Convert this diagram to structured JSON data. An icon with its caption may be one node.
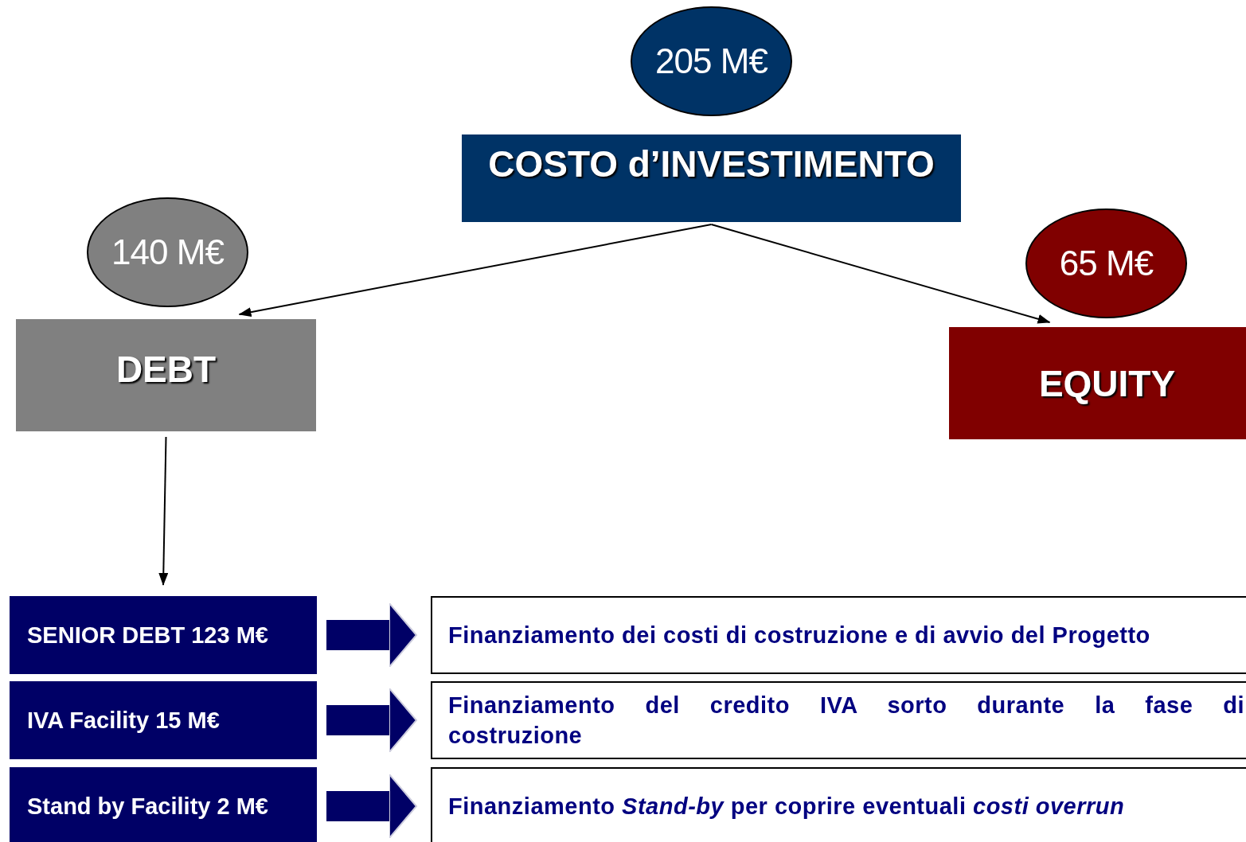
{
  "diagram": {
    "nodes": [
      {
        "text": [
          "205 M€"
        ]
      },
      {
        "text": [
          "COSTO d’INVESTIMENTO"
        ]
      },
      {
        "text": [
          "140 M€"
        ]
      },
      {
        "text": [
          "DEBT"
        ]
      },
      {
        "text": [
          "65 M€"
        ]
      },
      {
        "text": [
          "EQUITY"
        ]
      },
      {
        "text": [
          "SENIOR DEBT 123 M€"
        ]
      },
      {
        "text": [
          "IVA Facility 15 M€"
        ]
      },
      {
        "text": [
          "Stand by Facility 2 M€"
        ]
      },
      {
        "text": [
          "Finanziamento dei costi di costruzione e di avvio del Progetto"
        ]
      },
      {
        "text": [
          "Finanziamento del credito IVA sorto durante la fase di costruzione"
        ]
      },
      {
        "text": [
          "Finanziamento *Stand-by* per coprire eventuali *costi overrun*"
        ]
      }
    ],
    "edges": [
      {
        "from": 1,
        "to": 3,
        "arrow": "to"
      },
      {
        "from": 1,
        "to": 5,
        "arrow": "to"
      },
      {
        "from": 3,
        "to": 6,
        "arrow": "to"
      },
      {
        "from": 6,
        "to": 9,
        "arrow": "to",
        "style": "thick",
        "color": "#000066"
      },
      {
        "from": 7,
        "to": 10,
        "arrow": "to",
        "style": "thick",
        "color": "#000066"
      },
      {
        "from": 8,
        "to": 11,
        "arrow": "to",
        "style": "thick",
        "color": "#000066"
      }
    ]
  }
}
